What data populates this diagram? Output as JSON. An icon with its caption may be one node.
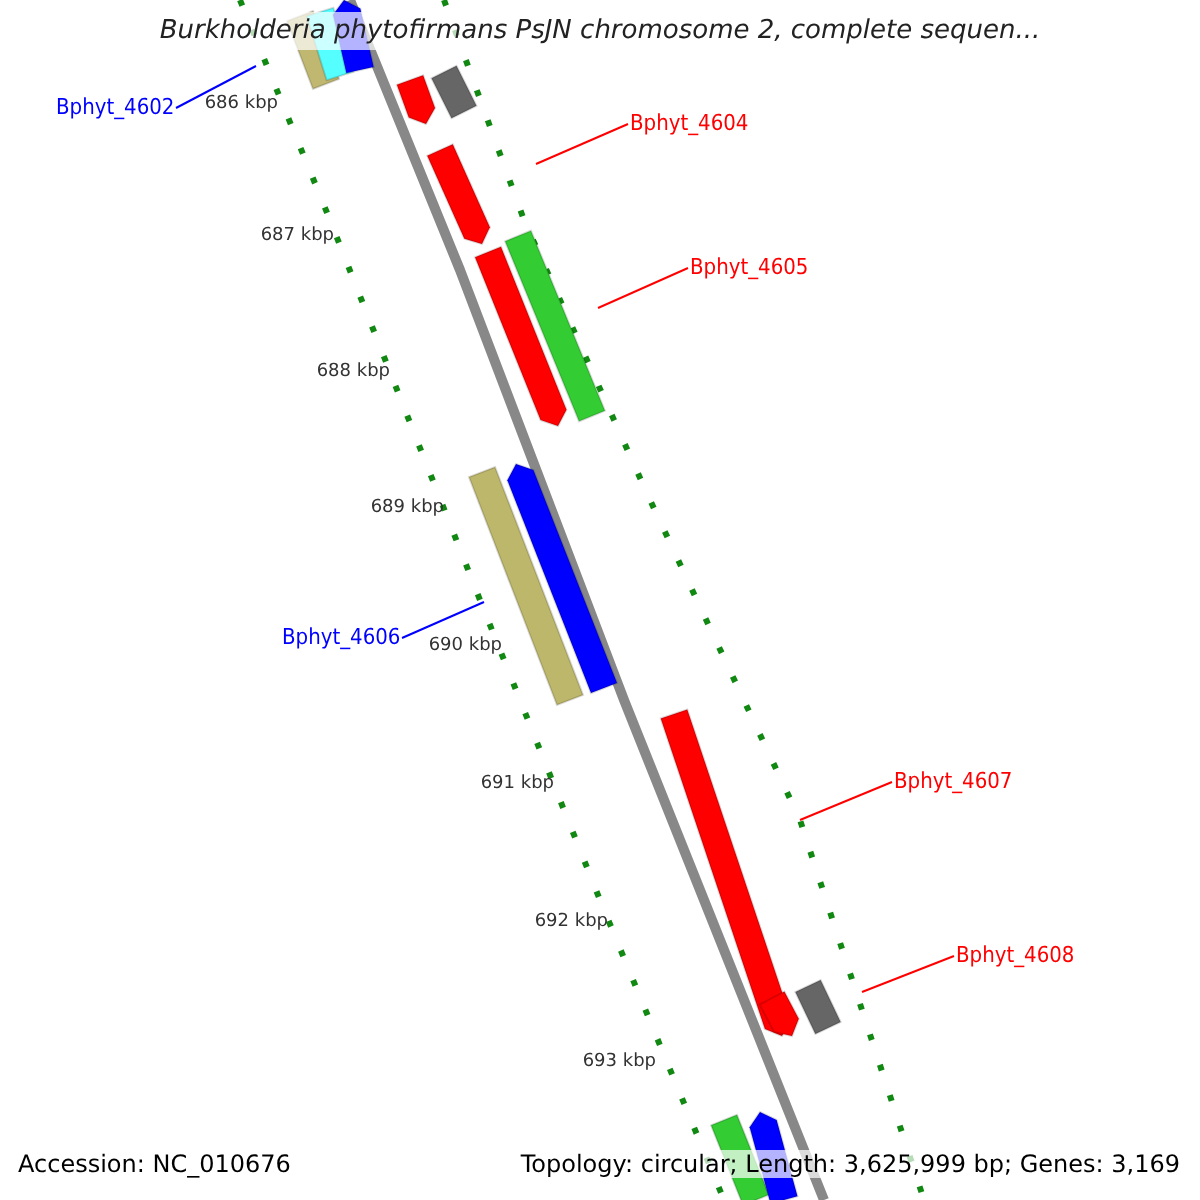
{
  "diagram": {
    "title": "Burkholderia phytofirmans PsJN chromosome 2, complete sequen...",
    "nodes": [
      {
        "text": [
          "Bphyt_4602"
        ]
      },
      {
        "text": [
          "Bphyt_4604"
        ]
      },
      {
        "text": [
          "Bphyt_4605"
        ]
      },
      {
        "text": [
          "Bphyt_4606"
        ]
      },
      {
        "text": [
          "Bphyt_4607"
        ]
      },
      {
        "text": [
          "Bphyt_4608"
        ]
      }
    ],
    "edges": [
      {
        "from": 0,
        "to": null,
        "arrow": "none",
        "color": "#0000ff"
      },
      {
        "from": 1,
        "to": null,
        "arrow": "none"
      },
      {
        "from": 2,
        "to": null,
        "arrow": "none"
      },
      {
        "from": 3,
        "to": null,
        "arrow": "none",
        "color": "#0000ff"
      },
      {
        "from": 4,
        "to": null,
        "arrow": "none"
      },
      {
        "from": 5,
        "to": null,
        "arrow": "none"
      }
    ],
    "labels": [
      "686 kbp",
      "687 kbp",
      "688 kbp",
      "689 kbp",
      "690 kbp",
      "691 kbp",
      "692 kbp",
      "693 kbp",
      "Accession: NC_010676",
      "Topology: circular; Length: 3,625,999 bp; Genes: 3,169"
    ]
  }
}
